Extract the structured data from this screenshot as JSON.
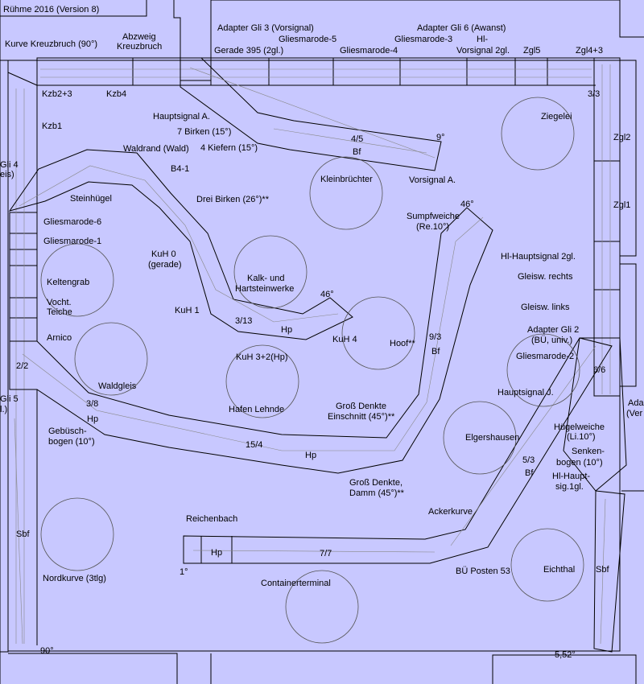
{
  "title": "Rühme 2016 (Version 8)",
  "labels": {
    "kurve_kreuzbruch": "Kurve Kreuzbruch (90°)",
    "abzweig": "Abzweig",
    "kreuzbruch": "Kreuzbruch",
    "adapter_gli3": "Adapter Gli 3 (Vorsignal)",
    "gerade395": "Gerade 395 (2gl.)",
    "gliesmarode5": "Gliesmarode-5",
    "gliesmarode4": "Gliesmarode-4",
    "gliesmarode3": "Gliesmarode-3",
    "adapter_gli6": "Adapter Gli 6 (Awanst)",
    "hl": "Hl-",
    "vorsignal2gl": "Vorsignal 2gl.",
    "zgl5": "Zgl5",
    "zgl4_3": "Zgl4+3",
    "kzb2_3": "Kzb2+3",
    "kzb4": "Kzb4",
    "kzb1": "Kzb1",
    "hauptsignal_a": "Hauptsignal A.",
    "sieben_birken": "7 Birken (15°)",
    "vier_kiefern": "4 Kiefern (15°)",
    "t45": "4/5",
    "bf1": "Bf",
    "deg9": "9°",
    "vorsignal_a": "Vorsignal A.",
    "three3": "3/3",
    "ziegelei": "Ziegelei",
    "zgl2": "Zgl2",
    "zgl1": "Zgl1",
    "gli4": "Gli 4",
    "eis": "eis)",
    "waldrand": "Waldrand (Wald)",
    "b41": "B4-1",
    "steinhuegel": "Steinhügel",
    "drei_birken": "Drei Birken (26°)**",
    "kleinbruechter": "Kleinbrüchter",
    "deg46a": "46°",
    "sumpfweiche": "Sumpfweiche",
    "re10": "(Re.10°)",
    "gliesmarode6": "Gliesmarode-6",
    "gliesmarode1": "Gliesmarode-1",
    "kuh0": "KuH 0",
    "gerade": "(gerade)",
    "kalk": "Kalk- und",
    "hartstein": "Hartsteinwerke",
    "hl_hauptsignal": "Hl-Hauptsignal 2gl.",
    "keltengrab": "Keltengrab",
    "gleisw_rechts": "Gleisw. rechts",
    "vocht": "Vocht.",
    "teiche": "Teiche",
    "deg46b": "46°",
    "kuh1": "KuH 1",
    "t313": "3/13",
    "hp1": "Hp",
    "kuh4": "KuH 4",
    "gleisw_links": "Gleisw. links",
    "arnico": "Arnico",
    "adapter_gli2": "Adapter Gli 2",
    "bu_univ": "(BÜ, univ.)",
    "hoof": "Hoof**",
    "t93": "9/3",
    "bf2": "Bf",
    "gliesmarode2": "Gliesmarode-2",
    "t22": "2/2",
    "kuh32": "KuH 3+2(Hp)",
    "t66": "6/6",
    "waldgleis": "Waldgleis",
    "hauptsignal_j": "Hauptsignal J.",
    "gli5": "Gli 5",
    "l_": "l.)",
    "ada": "Ada",
    "ver": "(Ver",
    "t38": "3/8",
    "hafen": "Hafen Lehnde",
    "gross_einschnitt1": "Groß Denkte",
    "gross_einschnitt2": "Einschnitt (45°)**",
    "huegelweiche": "Hügelweiche",
    "li10": "(Li.10°)",
    "hp2": "Hp",
    "gebuesch": "Gebüsch-",
    "bogen10": "bogen (10°)",
    "elgershausen": "Elgershausen",
    "t154": "15/4",
    "hp3": "Hp",
    "senken": "Senken-",
    "senken_bogen": "bogen (10°)",
    "t53": "5/3",
    "bf3": "Bf",
    "hl_haupt": "Hl-Haupt-",
    "sig1gl": "sig.1gl.",
    "gross_damm1": "Groß Denkte,",
    "gross_damm2": "Damm (45°)**",
    "reichenbach": "Reichenbach",
    "ackerkurve": "Ackerkurve",
    "sbf1": "Sbf",
    "hp4": "Hp",
    "t77": "7/7",
    "deg1": "1°",
    "bue_posten": "BÜ Posten 53",
    "eichthal": "Eichthal",
    "sbf2": "Sbf",
    "nordkurve": "Nordkurve (3tlg)",
    "containerterminal": "Containerterminal",
    "deg90": "90°",
    "deg552": "5,52°"
  },
  "colors": {
    "background": "#c8c8ff",
    "line": "#000000"
  }
}
